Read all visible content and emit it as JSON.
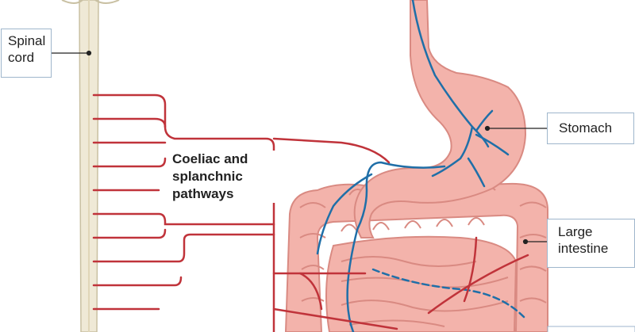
{
  "labels": {
    "spinal_cord": [
      "Spinal",
      "cord"
    ],
    "stomach": "Stomach",
    "large_intestine": [
      "Large",
      "intestine"
    ],
    "pathways": [
      "Coeliac and",
      "splanchnic",
      "pathways"
    ]
  },
  "colors": {
    "nerve_red": "#c0333a",
    "vagus_blue": "#1f6fa8",
    "organ_fill": "#f3b3ab",
    "organ_stroke": "#d98a82",
    "spine_fill": "#efe9d6",
    "callout_border": "#9fb6cc",
    "leader_line": "#222222"
  }
}
